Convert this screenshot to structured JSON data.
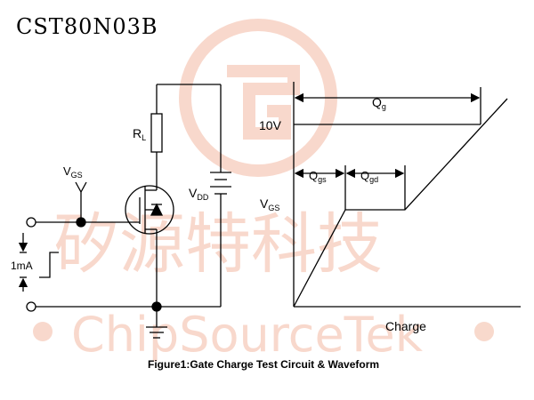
{
  "header": {
    "part_number": "CST80N03B"
  },
  "watermark": {
    "chinese_text": "矽源特科技",
    "latin_text": "ChipSourceTek",
    "color": "#f6cfc0"
  },
  "circuit": {
    "vgs_main": "V",
    "vgs_sub": "GS",
    "rl_main": "R",
    "rl_sub": "L",
    "vdd_main": "V",
    "vdd_sub": "DD",
    "current_label": "1mA"
  },
  "waveform": {
    "qg_main": "Q",
    "qg_sub": "g",
    "v10": "10V",
    "qgs_main": "Q",
    "qgs_sub": "gs",
    "qgd_main": "Q",
    "qgd_sub": "gd",
    "vgs_main": "V",
    "vgs_sub": "GS",
    "x_axis_label": "Charge"
  },
  "caption": "Figure1:Gate Charge Test Circuit & Waveform"
}
